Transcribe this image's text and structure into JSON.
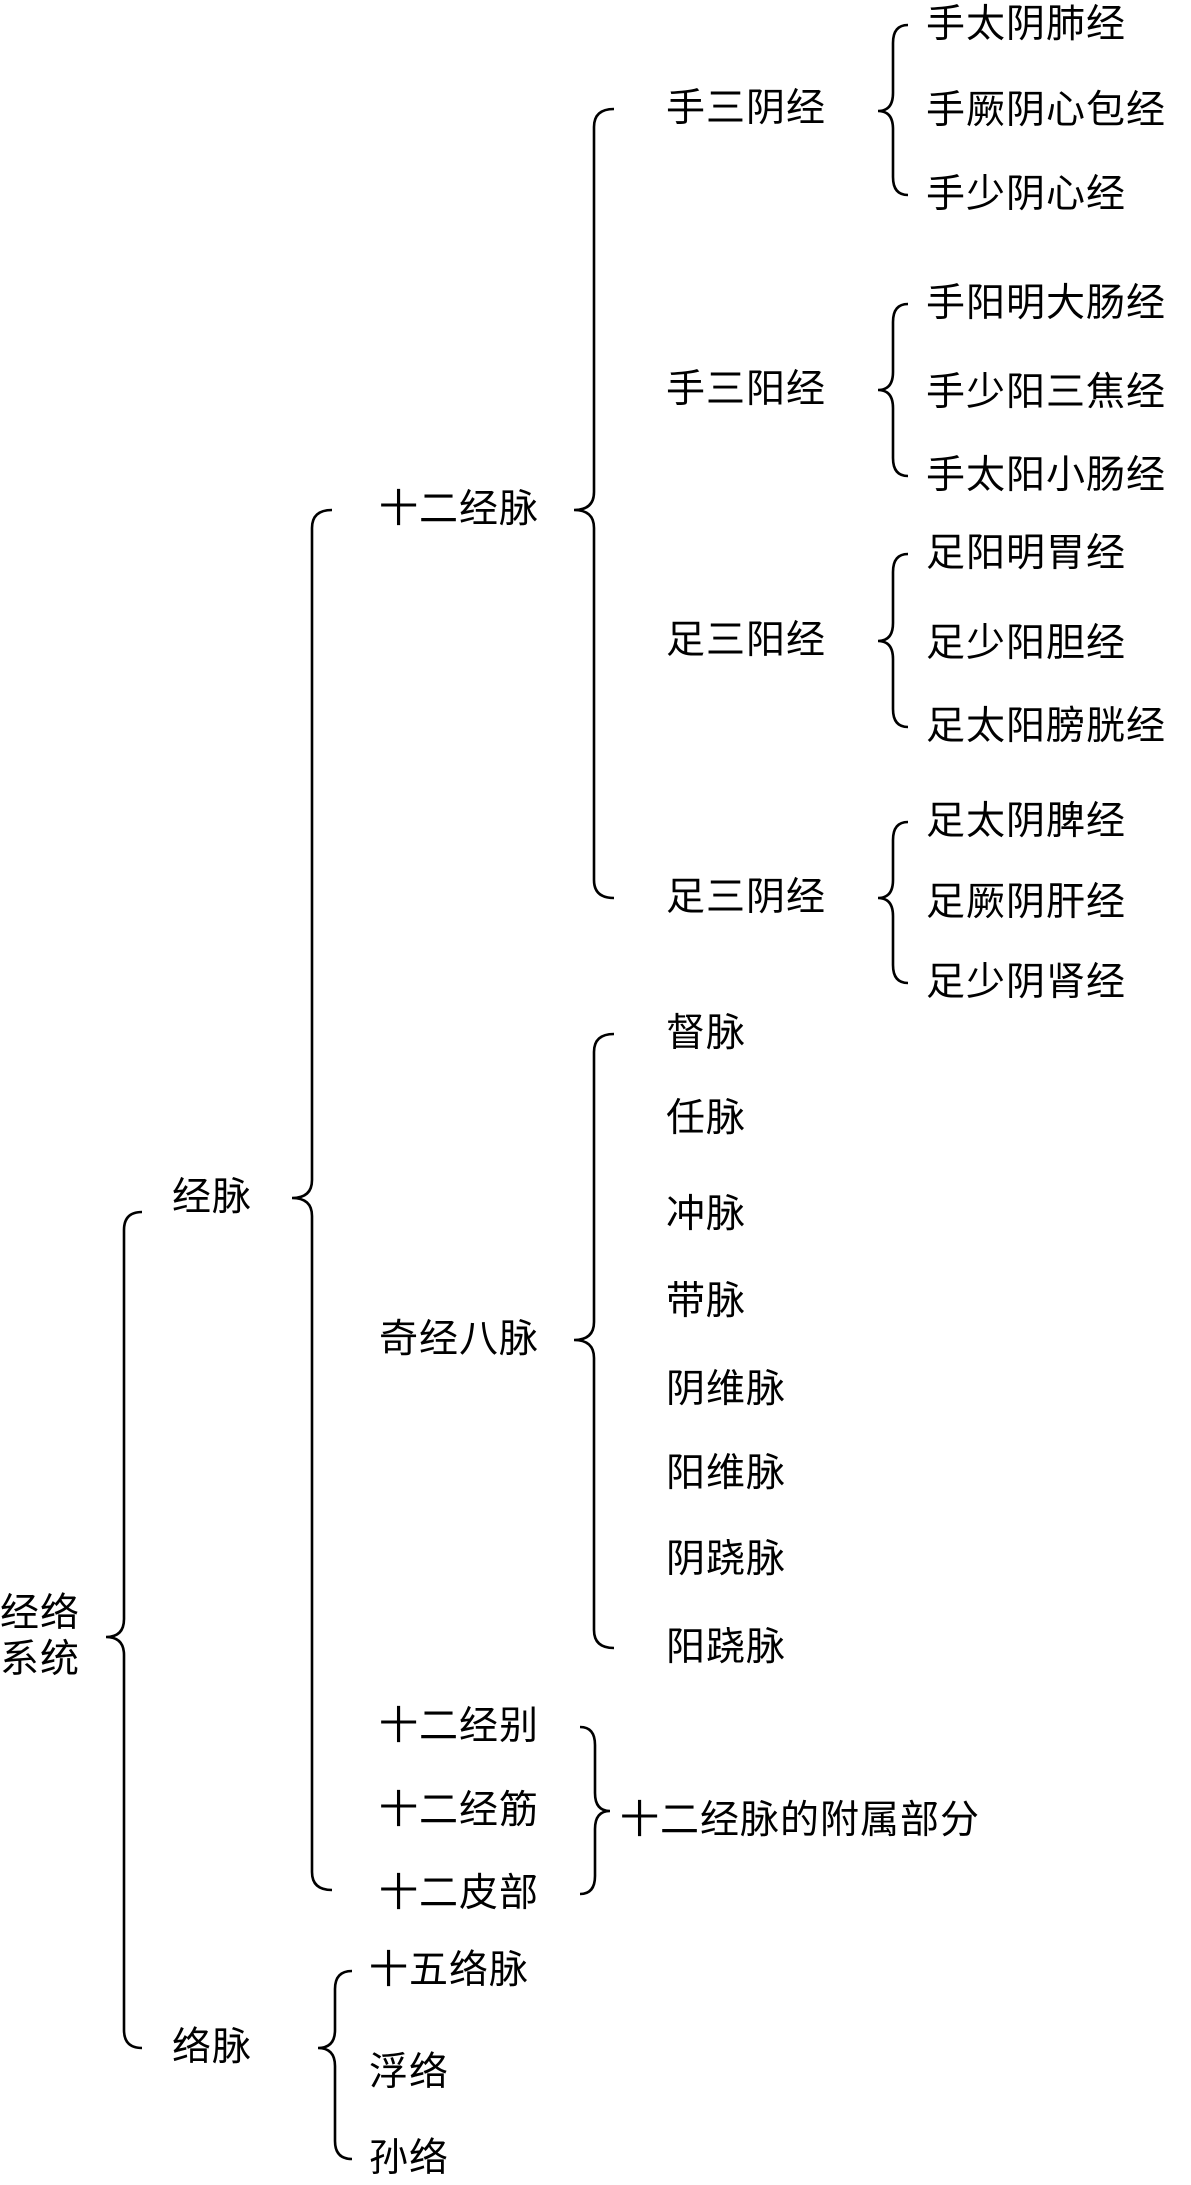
{
  "root": {
    "line1": "经络",
    "line2": "系统"
  },
  "level1": {
    "jingmai": "经脉",
    "luomai": "络脉"
  },
  "jingmai_children": {
    "shier_jingmai": "十二经脉",
    "qijing_bamai": "奇经八脉",
    "shier_jingbie": "十二经别",
    "shier_jingjin": "十二经筋",
    "shier_pibu": "十二皮部",
    "appendage_note": "十二经脉的附属部分"
  },
  "luomai_children": [
    "十五络脉",
    "浮络",
    "孙络"
  ],
  "shier_groups": [
    "手三阴经",
    "手三阳经",
    "足三阳经",
    "足三阴经"
  ],
  "meridians": [
    "手太阴肺经",
    "手厥阴心包经",
    "手少阴心经",
    "手阳明大肠经",
    "手少阳三焦经",
    "手太阳小肠经",
    "足阳明胃经",
    "足少阳胆经",
    "足太阳膀胱经",
    "足太阴脾经",
    "足厥阴肝经",
    "足少阴肾经"
  ],
  "extra_vessels": [
    "督脉",
    "任脉",
    "冲脉",
    "带脉",
    "阴维脉",
    "阳维脉",
    "阴跷脉",
    "阳跷脉"
  ]
}
